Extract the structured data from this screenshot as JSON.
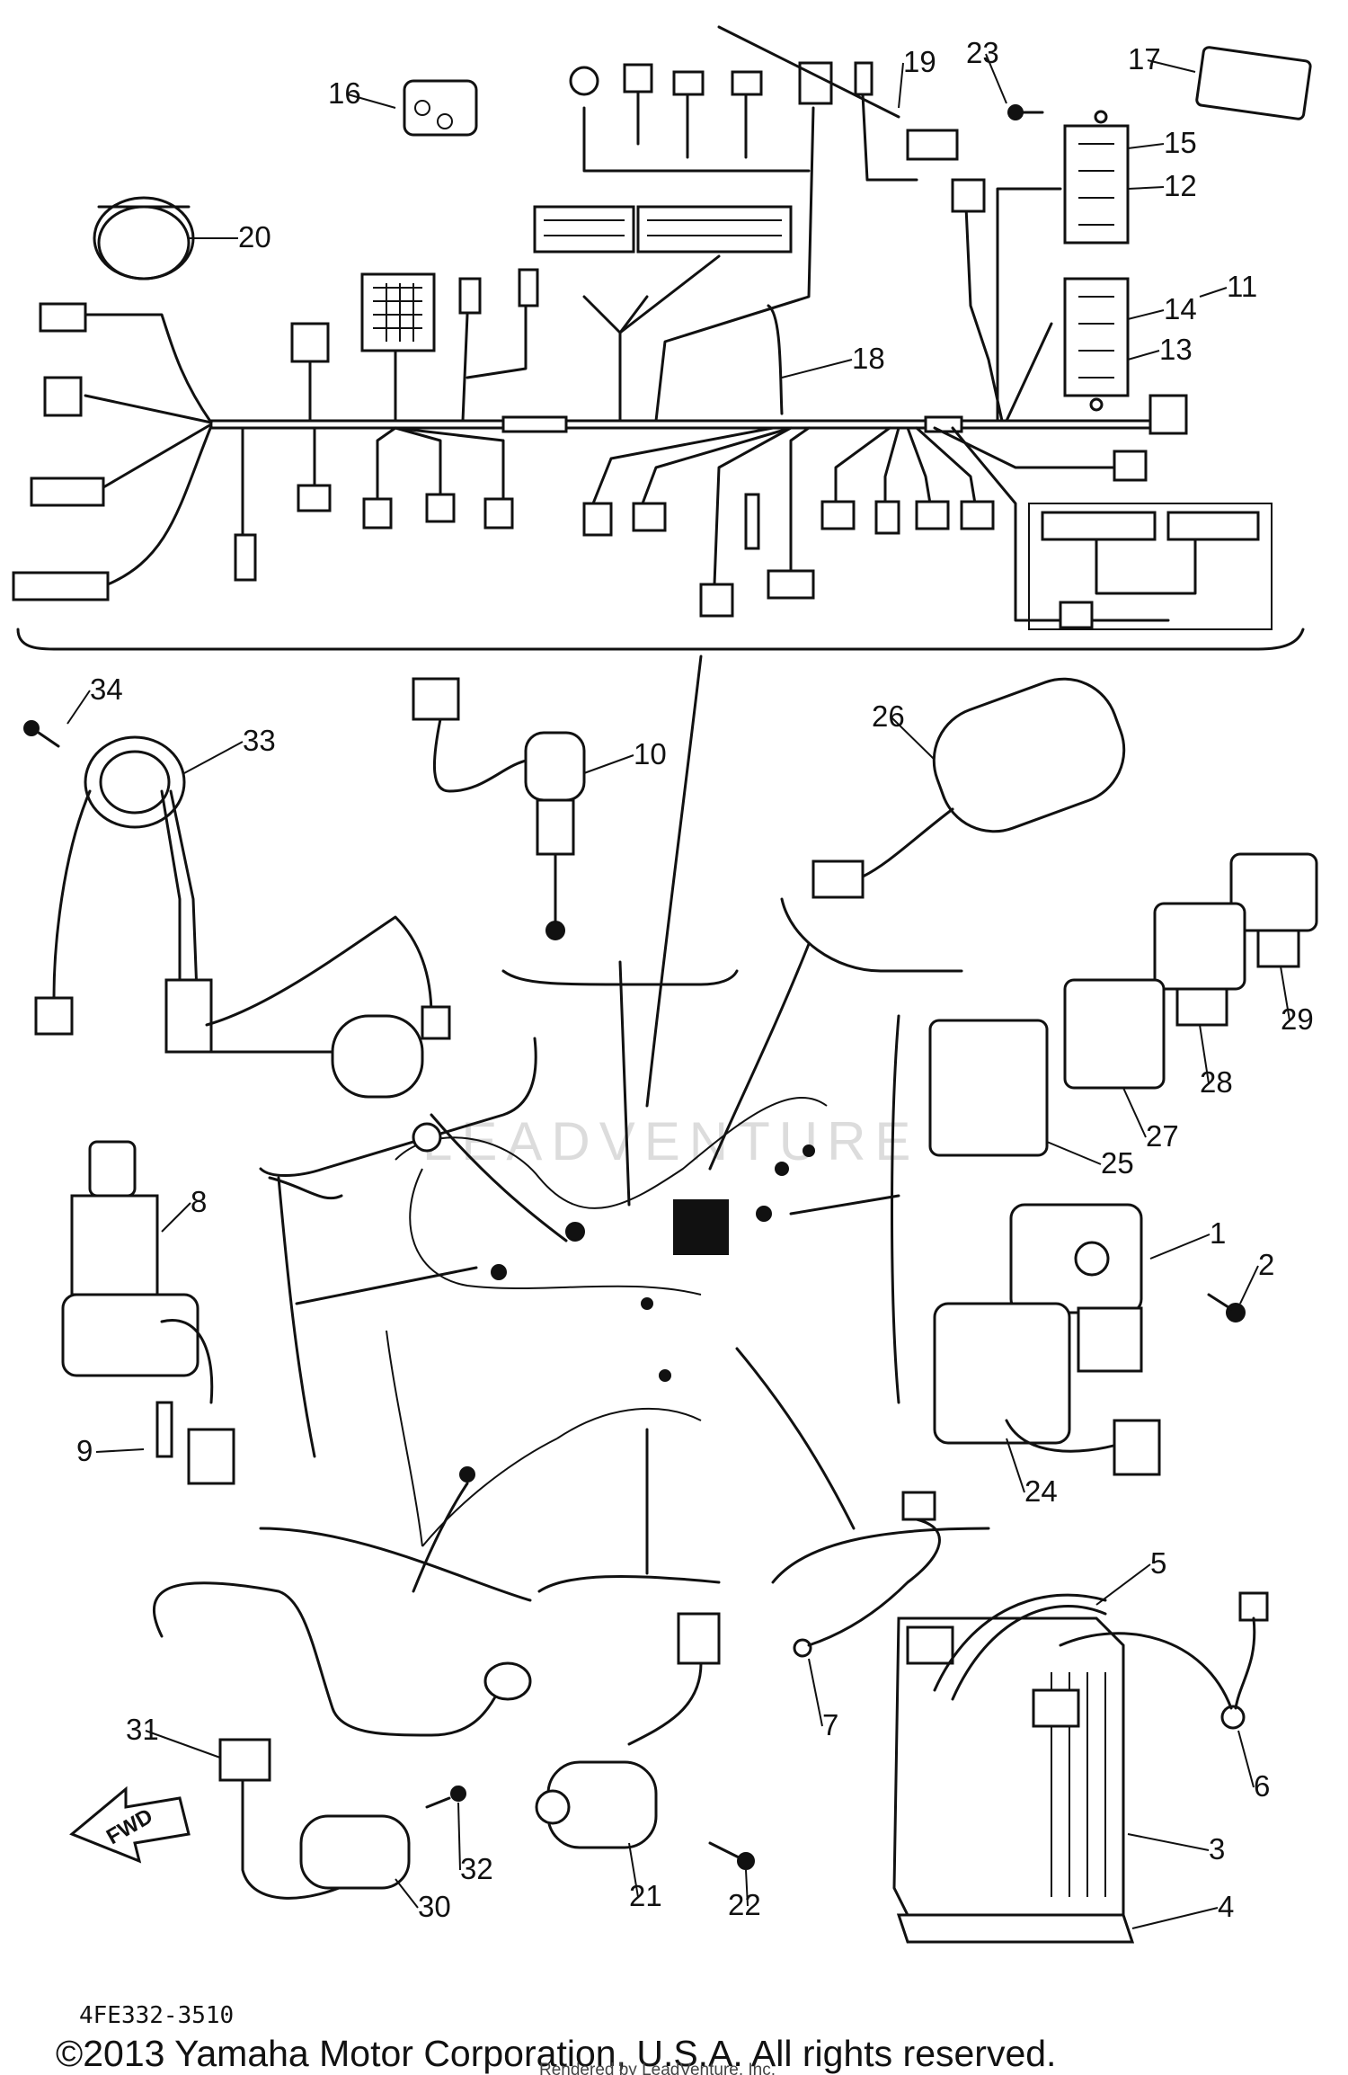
{
  "diagram": {
    "part_callouts": [
      "1",
      "2",
      "3",
      "4",
      "5",
      "6",
      "7",
      "8",
      "9",
      "10",
      "11",
      "12",
      "13",
      "14",
      "15",
      "16",
      "17",
      "18",
      "19",
      "20",
      "21",
      "22",
      "23",
      "24",
      "25",
      "26",
      "27",
      "28",
      "29",
      "30",
      "31",
      "32",
      "33",
      "34"
    ],
    "direction_label": "FWD",
    "drawing_code": "4FE332-3510",
    "copyright": "©2013 Yamaha Motor Corporation, U.S.A. All rights reserved.",
    "rendered_by": "Rendered by LeadVenture, Inc.",
    "watermark": "LEADVENTURE"
  }
}
